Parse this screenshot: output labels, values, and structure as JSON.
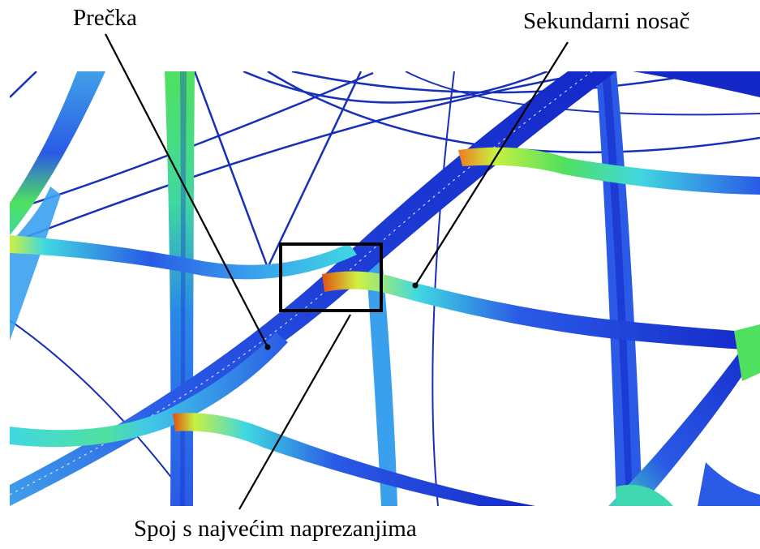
{
  "labels": {
    "crossbar": "Prečka",
    "secondary_beam": "Sekundarni nosač",
    "joint": "Spoj s najvećim naprezanjima"
  },
  "colors": {
    "deep_blue": "#1428c8",
    "blue": "#2a5ae6",
    "light_blue": "#3aa0ee",
    "cyan": "#40d8e0",
    "green": "#50e060",
    "yellow_green": "#c8f040",
    "orange": "#f07a20",
    "red": "#d81a10",
    "thin_wire": "#1830b8"
  }
}
